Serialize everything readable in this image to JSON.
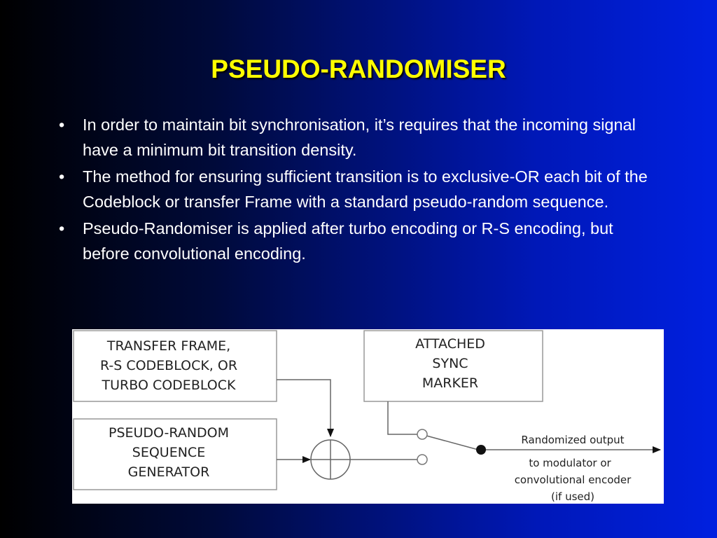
{
  "title": "PSEUDO-RANDOMISER",
  "bullets": [
    "In order to maintain bit synchronisation, it’s requires that the incoming signal have a minimum bit transition density.",
    "The method for ensuring sufficient transition is to exclusive-OR each bit of the Codeblock or transfer Frame with a standard pseudo-random sequence.",
    "Pseudo-Randomiser is applied after turbo encoding or R-S encoding, but before convolutional encoding."
  ],
  "bullet_marker": "•",
  "colors": {
    "title": "#ffff00",
    "text": "#ffffff",
    "background_dark": "#000000",
    "background_light": "#0020e0"
  },
  "diagram": {
    "box_frame": [
      "TRANSFER FRAME,",
      "R-S CODEBLOCK, OR",
      "TURBO CODEBLOCK"
    ],
    "box_asm": [
      "ATTACHED",
      "SYNC",
      "MARKER"
    ],
    "box_prng": [
      "PSEUDO-RANDOM",
      "SEQUENCE",
      "GENERATOR"
    ],
    "output_label": "Randomized output",
    "output_desc": [
      "to modulator or",
      "convolutional encoder",
      "(if used)"
    ]
  }
}
